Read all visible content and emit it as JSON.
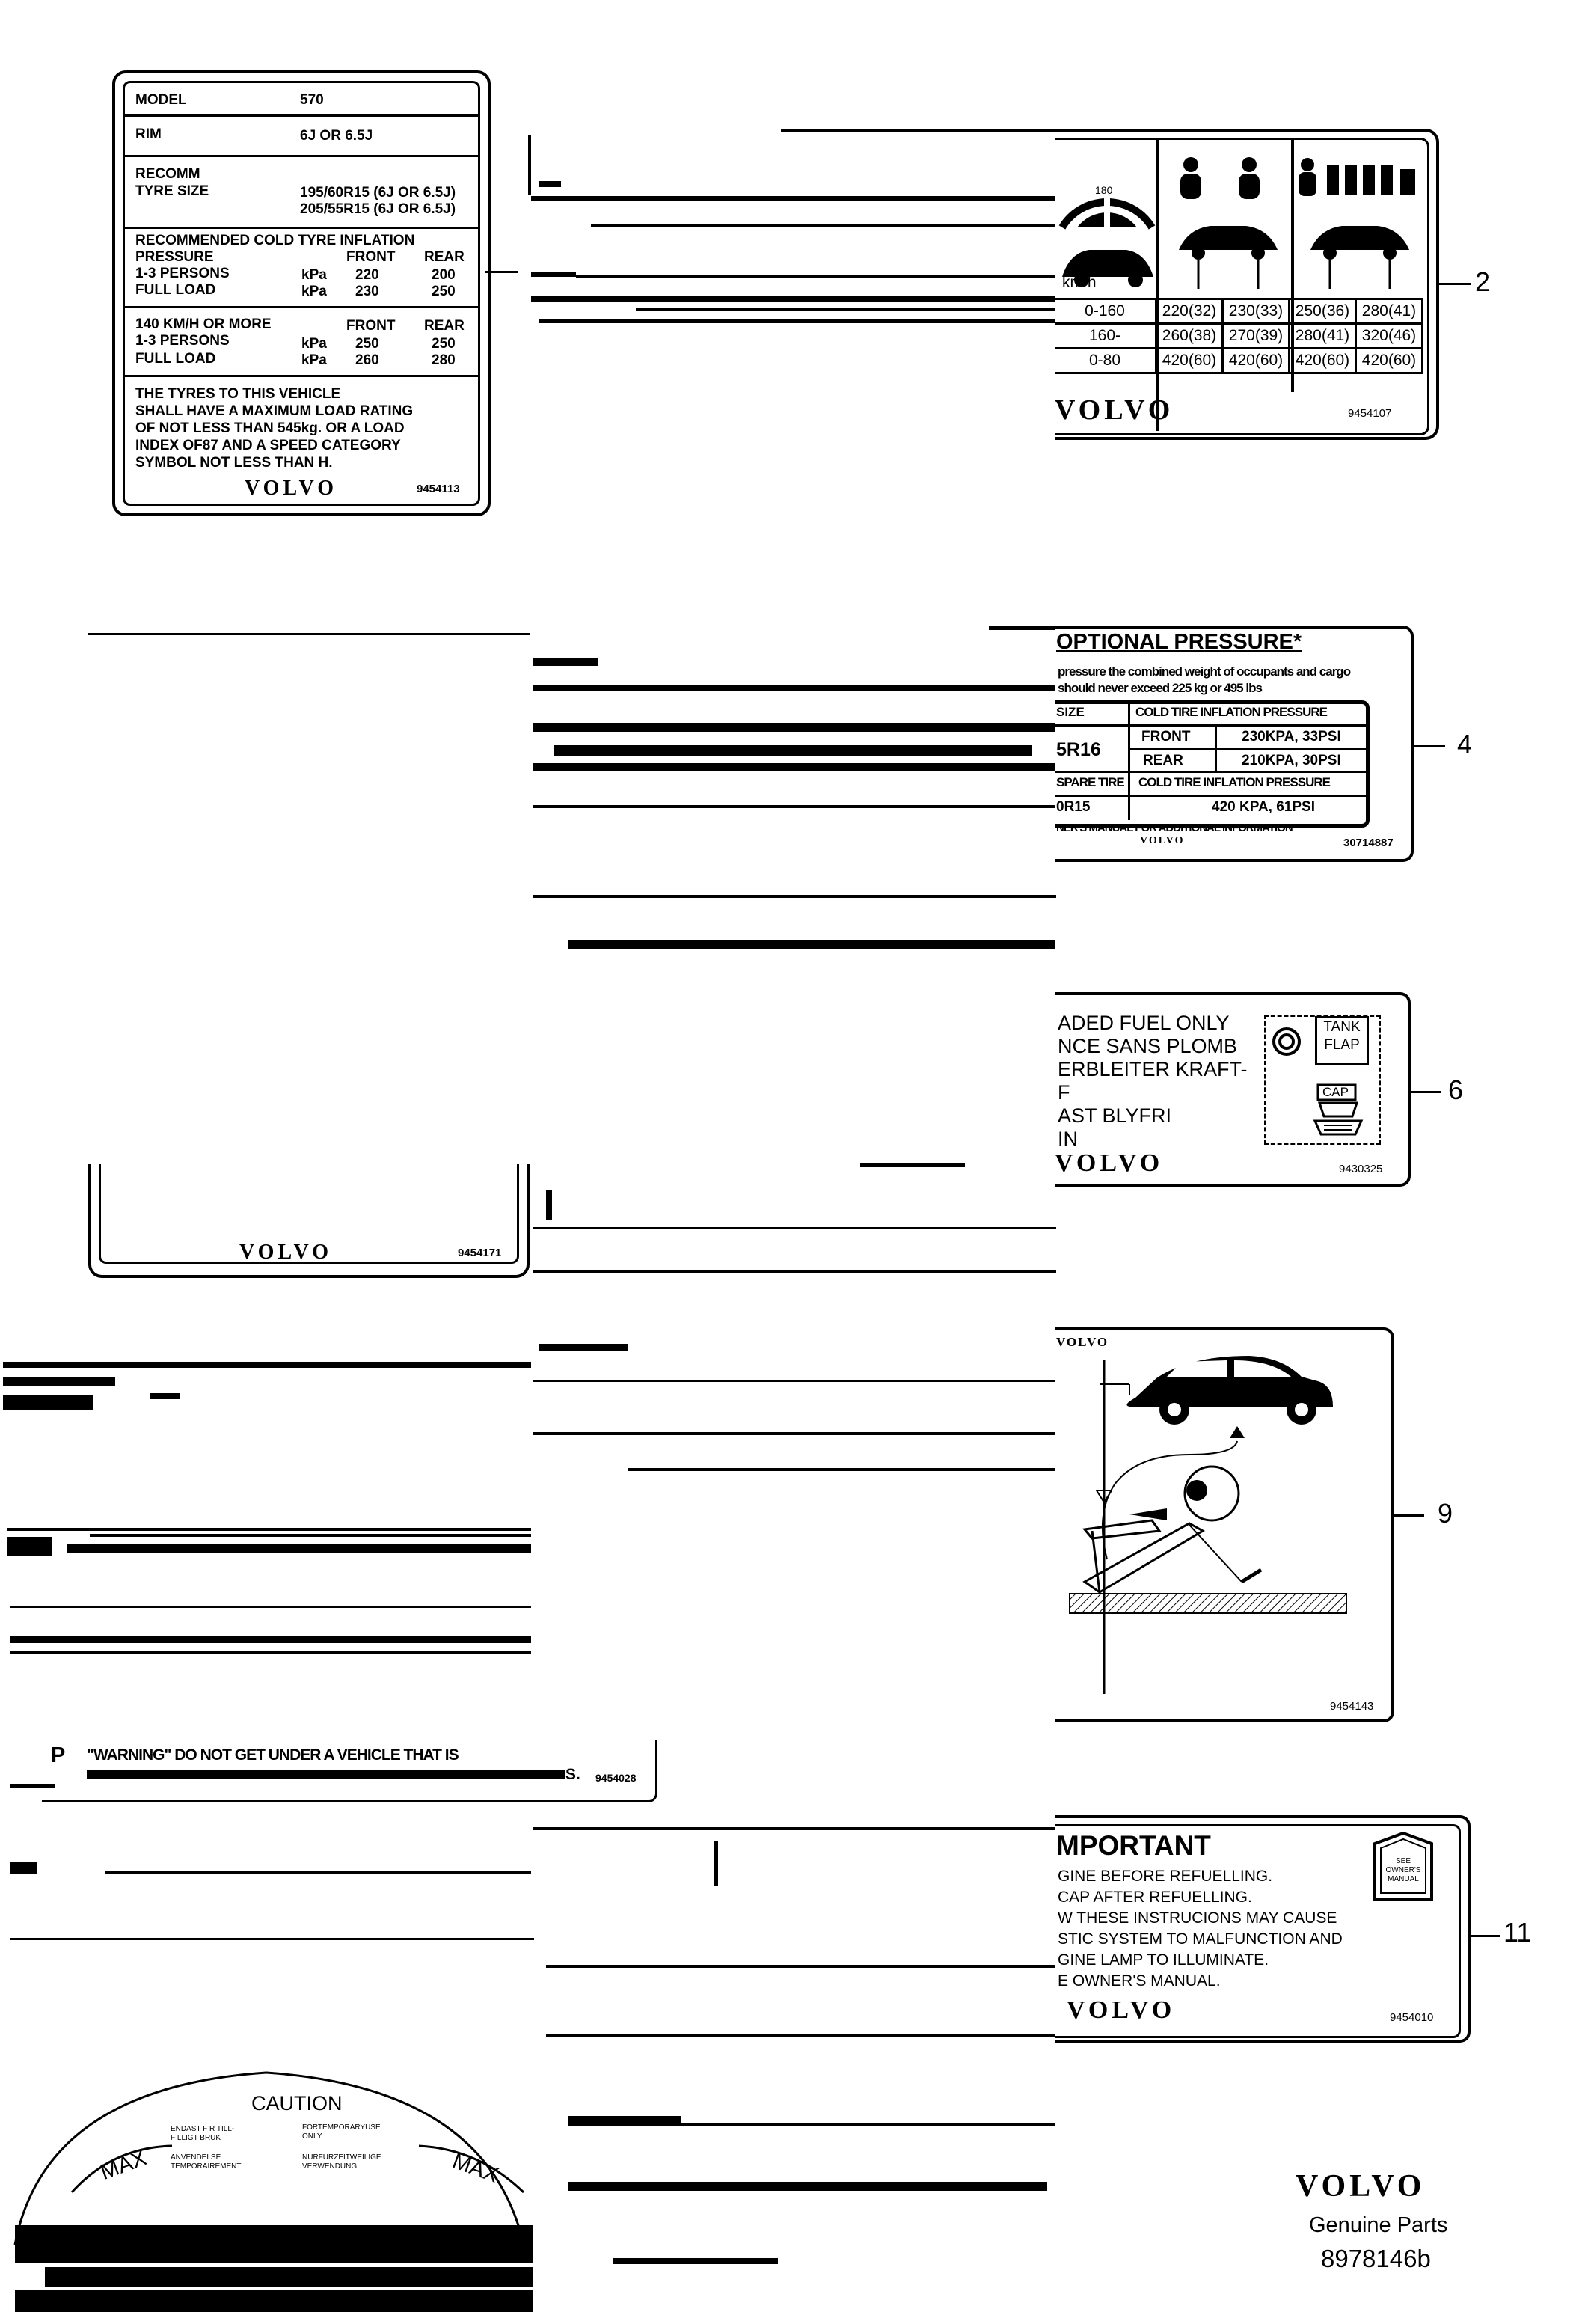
{
  "label1": {
    "rows": [
      {
        "k": "MODEL",
        "v": "570"
      },
      {
        "k": "RIM",
        "v": "6J OR 6.5J"
      }
    ],
    "tyre_size_label": "RECOMM\nTYRE SIZE",
    "tyre_sizes": [
      "195/60R15 (6J OR 6.5J)",
      "205/55R15 (6J OR 6.5J)"
    ],
    "inflation_title": "RECOMMENDED COLD TYRE INFLATION",
    "pressure_label": "PRESSURE",
    "front": "FRONT",
    "rear": "REAR",
    "rows_a": [
      {
        "k": "1-3 PERSONS",
        "u": "kPa",
        "f": "220",
        "r": "200"
      },
      {
        "k": "FULL LOAD",
        "u": "kPa",
        "f": "230",
        "r": "250"
      }
    ],
    "speed_label": "140 KM/H OR MORE",
    "rows_b": [
      {
        "k": "1-3 PERSONS",
        "u": "kPa",
        "f": "250",
        "r": "250"
      },
      {
        "k": "FULL LOAD",
        "u": "kPa",
        "f": "260",
        "r": "280"
      }
    ],
    "notice": "THE TYRES TO THIS VEHICLE\nSHALL HAVE A MAXIMUM LOAD RATING\nOF NOT LESS THAN 545kg. OR A LOAD\nINDEX OF87 AND A SPEED CATEGORY\nSYMBOL NOT LESS THAN H.",
    "brand": "VOLVO",
    "part": "9454113"
  },
  "label2": {
    "unit": "km/h",
    "speedo": "180",
    "rows": [
      [
        "0-160",
        "220(32)",
        "230(33)",
        "250(36)",
        "280(41)"
      ],
      [
        "160-",
        "260(38)",
        "270(39)",
        "280(41)",
        "320(46)"
      ],
      [
        "0-80",
        "420(60)",
        "420(60)",
        "420(60)",
        "420(60)"
      ]
    ],
    "brand": "VOLVO",
    "part": "9454107",
    "callout": "2"
  },
  "label4": {
    "title": "OPTIONAL PRESSURE",
    "asterisk": "*",
    "line1": "pressure the combined weight of occupants and cargo",
    "line2": "should never exceed 225 kg or 495 lbs",
    "h_size": "SIZE",
    "h_cold": "COLD TIRE INFLATION PRESSURE",
    "size": "5R16",
    "front": "FRONT",
    "front_val": "230KPA, 33PSI",
    "rear": "REAR",
    "rear_val": "210KPA, 30PSI",
    "spare": "SPARE TIRE",
    "spare_cold": "COLD TIRE INFLATION PRESSURE",
    "spare_size": "0R15",
    "spare_val": "420 KPA, 61PSI",
    "footer": "NER'S MANUAL FOR ADDITIONAL INFORMATION",
    "brand": "VOLVO",
    "part": "30714887",
    "callout": "4"
  },
  "label6": {
    "lines": [
      "ADED FUEL ONLY",
      "NCE SANS PLOMB",
      "ERBLEITER KRAFT-",
      "F",
      "AST BLYFRI",
      "IN"
    ],
    "tank": "TANK",
    "flap": "FLAP",
    "cap": "CAP",
    "brand": "VOLVO",
    "part": "9430325",
    "callout": "6"
  },
  "label_volvo_small": {
    "brand": "VOLVO",
    "part": "9454171"
  },
  "label9": {
    "brand": "VOLVO",
    "part": "9454143",
    "callout": "9"
  },
  "label_warning": {
    "letter": "P",
    "text": "\"WARNING\" DO NOT GET UNDER A VEHICLE THAT IS",
    "tail": "S.",
    "part": "9454028"
  },
  "label11": {
    "title": "MPORTANT",
    "lines": [
      "GINE BEFORE REFUELLING.",
      "CAP AFTER REFUELLING.",
      "W THESE INSTRUCIONS MAY CAUSE",
      "STIC SYSTEM TO MALFUNCTION AND",
      "GINE LAMP TO ILLUMINATE.",
      "E OWNER'S MANUAL."
    ],
    "badge": "SEE\nOWNER'S\nMANUAL",
    "brand": "VOLVO",
    "part": "9454010",
    "callout": "11"
  },
  "caution": {
    "title": "CAUTION",
    "t1": "ENDAST F R TILL-\nF LLIGT BRUK",
    "t2": "FORTEMPORARYUSE\nONLY",
    "t3": "ANVENDELSE\nTEMPORAIREMENT",
    "t4": "NURFURZEITWEILIGE\nVERWENDUNG",
    "max": "MAX"
  },
  "footer": {
    "brand": "VOLVO",
    "line1": "Genuine Parts",
    "line2": "8978146b"
  }
}
